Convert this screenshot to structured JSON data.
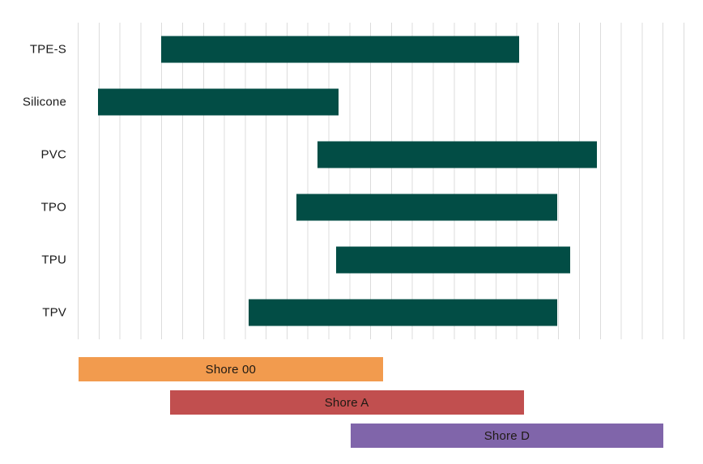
{
  "page": {
    "background": "#ffffff",
    "title": ""
  },
  "chart_data": {
    "type": "bar",
    "subtype": "horizontal-range",
    "orientation": "horizontal",
    "title": "",
    "xlabel": "",
    "ylabel": "",
    "legend": "none",
    "categories": [
      "TPE-S",
      "Silicone",
      "PVC",
      "TPO",
      "TPU",
      "TPV"
    ],
    "series": [
      {
        "label": "TPE-S",
        "start_pct": 13.8,
        "end_pct": 72.9
      },
      {
        "label": "Silicone",
        "start_pct": 3.3,
        "end_pct": 43.0
      },
      {
        "label": "PVC",
        "start_pct": 39.6,
        "end_pct": 85.7
      },
      {
        "label": "TPO",
        "start_pct": 36.1,
        "end_pct": 79.2
      },
      {
        "label": "TPU",
        "start_pct": 42.7,
        "end_pct": 81.3
      },
      {
        "label": "TPV",
        "start_pct": 28.2,
        "end_pct": 79.2
      }
    ],
    "scales": [
      {
        "label": "Shore 00",
        "start_pct": 0.1,
        "end_pct": 50.4,
        "color": "#F29B4E"
      },
      {
        "label": "Shore A",
        "start_pct": 15.2,
        "end_pct": 73.6,
        "color": "#C14F4F"
      },
      {
        "label": "Shore D",
        "start_pct": 45.0,
        "end_pct": 96.7,
        "color": "#8065AA"
      }
    ],
    "axis": {
      "x_tick_labels": [],
      "gridlines_visible": true,
      "gridline_count": 30,
      "x_range_pct": [
        0,
        100
      ],
      "unit": "relative hardness scale (unlabeled)"
    },
    "colors": {
      "material_bar": "#024D45",
      "gridline": "#DCDCDC",
      "label_text": "#1A1A1A"
    }
  }
}
